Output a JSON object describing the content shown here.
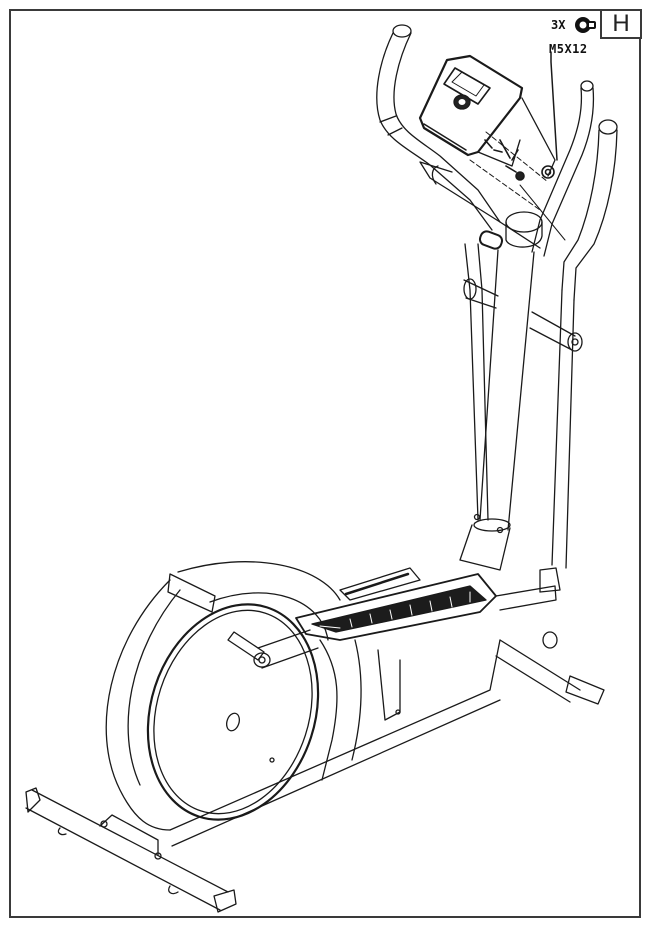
{
  "diagram": {
    "title": "Elliptical cross trainer assembly — step H (console mounting)",
    "step_label": "H",
    "hardware": {
      "quantity": "3X",
      "icon": "bolt-icon",
      "spec": "M5X12"
    },
    "parts": [
      {
        "name": "console",
        "description": "display computer with screen and dial"
      },
      {
        "name": "console-mount-screws",
        "description": "3 screws M5X12 attaching console to mast"
      },
      {
        "name": "left-moving-handlebar"
      },
      {
        "name": "right-moving-handlebar"
      },
      {
        "name": "fixed-handlebar-with-pulse-sensors"
      },
      {
        "name": "main-mast"
      },
      {
        "name": "flywheel-housing"
      },
      {
        "name": "pedal-platform"
      },
      {
        "name": "rear-stabilizer"
      },
      {
        "name": "front-stabilizer"
      }
    ],
    "colors": {
      "line": "#1a1a1a",
      "background": "#ffffff",
      "frame": "#3a3a3a"
    }
  }
}
